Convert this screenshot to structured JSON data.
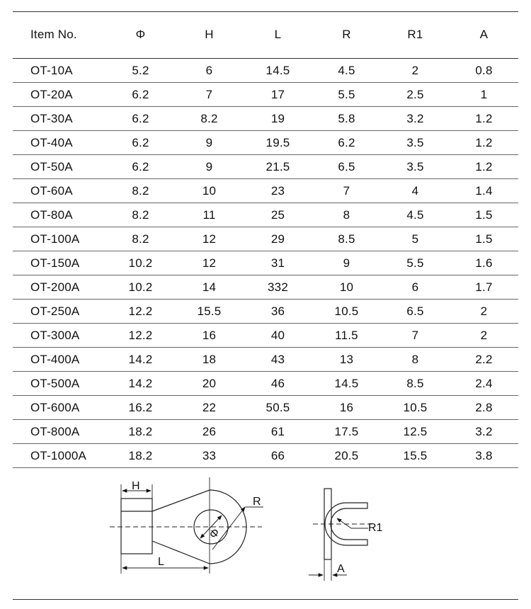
{
  "table": {
    "columns": [
      "Item No.",
      "Φ",
      "H",
      "L",
      "R",
      "R1",
      "A"
    ],
    "rows": [
      [
        "OT-10A",
        "5.2",
        "6",
        "14.5",
        "4.5",
        "2",
        "0.8"
      ],
      [
        "OT-20A",
        "6.2",
        "7",
        "17",
        "5.5",
        "2.5",
        "1"
      ],
      [
        "OT-30A",
        "6.2",
        "8.2",
        "19",
        "5.8",
        "3.2",
        "1.2"
      ],
      [
        "OT-40A",
        "6.2",
        "9",
        "19.5",
        "6.2",
        "3.5",
        "1.2"
      ],
      [
        "OT-50A",
        "6.2",
        "9",
        "21.5",
        "6.5",
        "3.5",
        "1.2"
      ],
      [
        "OT-60A",
        "8.2",
        "10",
        "23",
        "7",
        "4",
        "1.4"
      ],
      [
        "OT-80A",
        "8.2",
        "11",
        "25",
        "8",
        "4.5",
        "1.5"
      ],
      [
        "OT-100A",
        "8.2",
        "12",
        "29",
        "8.5",
        "5",
        "1.5"
      ],
      [
        "OT-150A",
        "10.2",
        "12",
        "31",
        "9",
        "5.5",
        "1.6"
      ],
      [
        "OT-200A",
        "10.2",
        "14",
        "332",
        "10",
        "6",
        "1.7"
      ],
      [
        "OT-250A",
        "12.2",
        "15.5",
        "36",
        "10.5",
        "6.5",
        "2"
      ],
      [
        "OT-300A",
        "12.2",
        "16",
        "40",
        "11.5",
        "7",
        "2"
      ],
      [
        "OT-400A",
        "14.2",
        "18",
        "43",
        "13",
        "8",
        "2.2"
      ],
      [
        "OT-500A",
        "14.2",
        "20",
        "46",
        "14.5",
        "8.5",
        "2.4"
      ],
      [
        "OT-600A",
        "16.2",
        "22",
        "50.5",
        "16",
        "10.5",
        "2.8"
      ],
      [
        "OT-800A",
        "18.2",
        "26",
        "61",
        "17.5",
        "12.5",
        "3.2"
      ],
      [
        "OT-1000A",
        "18.2",
        "33",
        "66",
        "20.5",
        "15.5",
        "3.8"
      ]
    ]
  },
  "drawing_labels": {
    "h": "H",
    "l": "L",
    "r": "R",
    "phi": "Φ",
    "r1": "R1",
    "a": "A"
  }
}
